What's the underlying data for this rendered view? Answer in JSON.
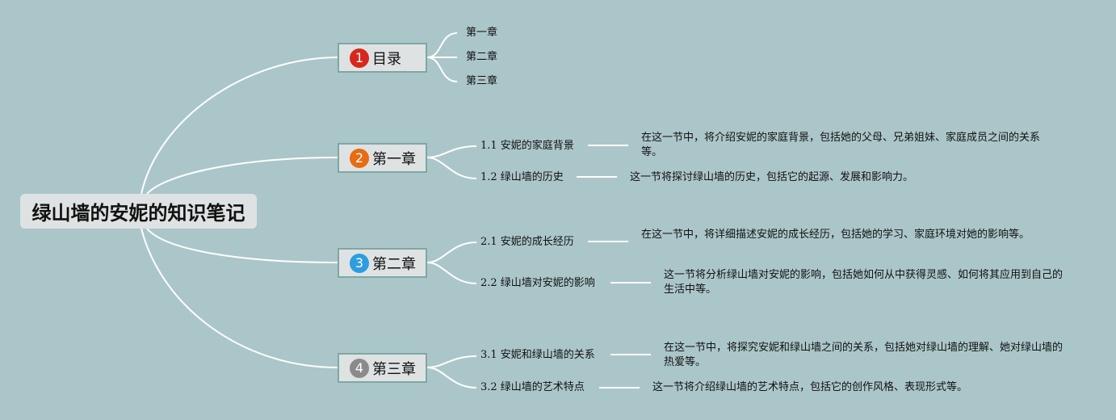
{
  "root": {
    "title": "绿山墙的安妮的知识笔记"
  },
  "colors": {
    "background": "#abc6c9",
    "badge_1": "#d9261c",
    "badge_2": "#e86c12",
    "badge_3": "#2d9de0",
    "badge_4": "#8b8b8b"
  },
  "branches": [
    {
      "number": "1",
      "label": "目录",
      "children": [
        {
          "label": "第一章"
        },
        {
          "label": "第二章"
        },
        {
          "label": "第三章"
        }
      ]
    },
    {
      "number": "2",
      "label": "第一章",
      "children": [
        {
          "label": "1.1 安妮的家庭背景",
          "desc": "在这一节中，将介绍安妮的家庭背景，包括她的父母、兄弟姐妹、家庭成员之间的关系等。"
        },
        {
          "label": "1.2 绿山墙的历史",
          "desc": "这一节将探讨绿山墙的历史，包括它的起源、发展和影响力。"
        }
      ]
    },
    {
      "number": "3",
      "label": "第二章",
      "children": [
        {
          "label": "2.1 安妮的成长经历",
          "desc": "在这一节中，将详细描述安妮的成长经历，包括她的学习、家庭环境对她的影响等。"
        },
        {
          "label": "2.2 绿山墙对安妮的影响",
          "desc": "这一节将分析绿山墙对安妮的影响，包括她如何从中获得灵感、如何将其应用到自己的生活中等。"
        }
      ]
    },
    {
      "number": "4",
      "label": "第三章",
      "children": [
        {
          "label": "3.1 安妮和绿山墙的关系",
          "desc": "在这一节中，将探究安妮和绿山墙之间的关系，包括她对绿山墙的理解、她对绿山墙的热爱等。"
        },
        {
          "label": "3.2 绿山墙的艺术特点",
          "desc": "这一节将介绍绿山墙的艺术特点，包括它的创作风格、表现形式等。"
        }
      ]
    }
  ]
}
